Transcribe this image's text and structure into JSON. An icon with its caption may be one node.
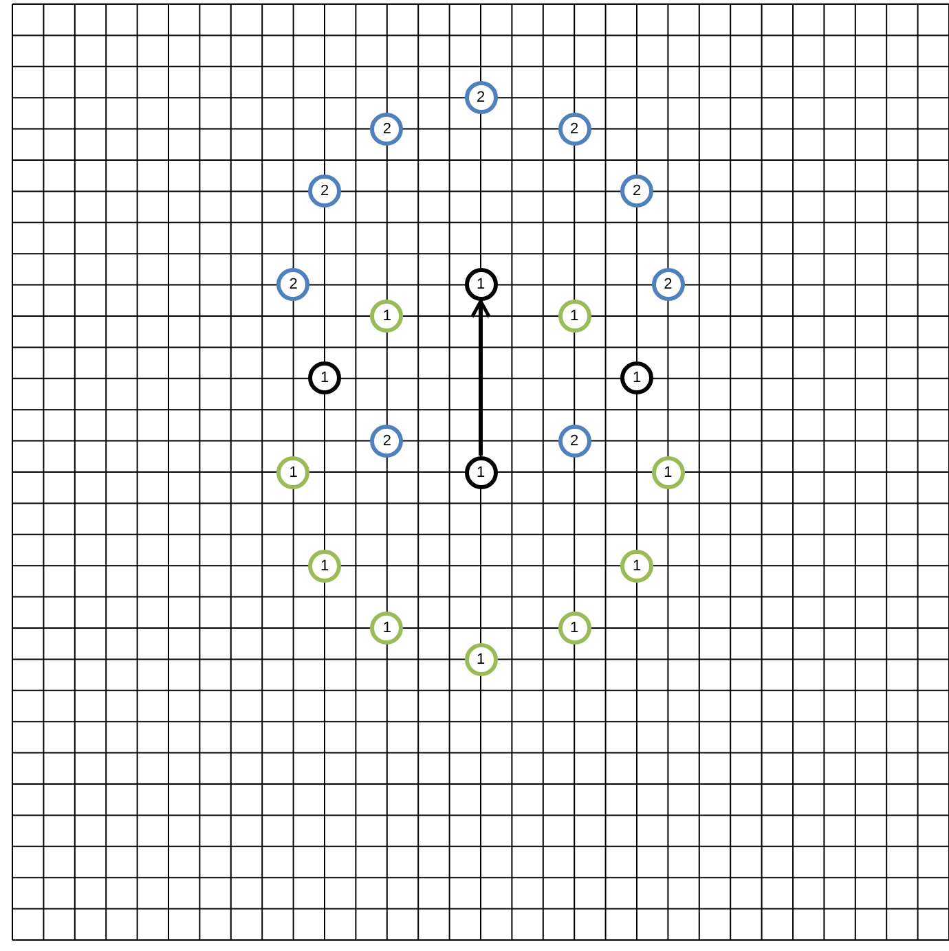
{
  "diagram": {
    "nodes": [
      {
        "text": [
          "2"
        ]
      },
      {
        "text": [
          "2"
        ]
      },
      {
        "text": [
          "2"
        ]
      },
      {
        "text": [
          "2"
        ]
      },
      {
        "text": [
          "2"
        ]
      },
      {
        "text": [
          "2"
        ]
      },
      {
        "text": [
          "1"
        ]
      },
      {
        "text": [
          "2"
        ]
      },
      {
        "text": [
          "1"
        ]
      },
      {
        "text": [
          "1"
        ]
      },
      {
        "text": [
          "1"
        ]
      },
      {
        "text": [
          "1"
        ]
      },
      {
        "text": [
          "2"
        ]
      },
      {
        "text": [
          "2"
        ]
      },
      {
        "text": [
          "1"
        ]
      },
      {
        "text": [
          "1"
        ]
      },
      {
        "text": [
          "1"
        ]
      },
      {
        "text": [
          "1"
        ]
      },
      {
        "text": [
          "1"
        ]
      },
      {
        "text": [
          "1"
        ]
      },
      {
        "text": [
          "1"
        ]
      },
      {
        "text": [
          "1"
        ]
      }
    ],
    "edges": [
      {
        "from": 15,
        "to": 6,
        "arrow": "to"
      }
    ]
  }
}
